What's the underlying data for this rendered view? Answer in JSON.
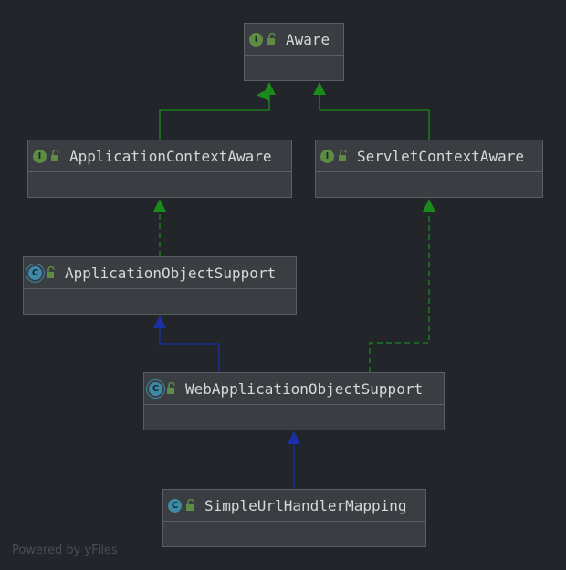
{
  "nodes": {
    "aware": {
      "name": "Aware",
      "kind": "interface",
      "badge": "I"
    },
    "application_context_aware": {
      "name": "ApplicationContextAware",
      "kind": "interface",
      "badge": "I"
    },
    "servlet_context_aware": {
      "name": "ServletContextAware",
      "kind": "interface",
      "badge": "I"
    },
    "application_object_support": {
      "name": "ApplicationObjectSupport",
      "kind": "abstract-class",
      "badge": "C"
    },
    "web_application_object_support": {
      "name": "WebApplicationObjectSupport",
      "kind": "abstract-class",
      "badge": "C"
    },
    "simple_url_handler_mapping": {
      "name": "SimpleUrlHandlerMapping",
      "kind": "class",
      "badge": "C"
    }
  },
  "relations": [
    {
      "from": "ApplicationContextAware",
      "to": "Aware",
      "type": "extends"
    },
    {
      "from": "ServletContextAware",
      "to": "Aware",
      "type": "extends"
    },
    {
      "from": "ApplicationObjectSupport",
      "to": "ApplicationContextAware",
      "type": "implements"
    },
    {
      "from": "WebApplicationObjectSupport",
      "to": "ApplicationObjectSupport",
      "type": "extends"
    },
    {
      "from": "WebApplicationObjectSupport",
      "to": "ServletContextAware",
      "type": "implements"
    },
    {
      "from": "SimpleUrlHandlerMapping",
      "to": "WebApplicationObjectSupport",
      "type": "extends"
    }
  ],
  "colors": {
    "interface_edge": "#1a8a1a",
    "class_edge": "#1a2fa8",
    "interface_badge": "#5f8c45",
    "class_badge": "#3e8aa6",
    "lock": "#5f8c45"
  },
  "footer": "Powered by yFiles"
}
